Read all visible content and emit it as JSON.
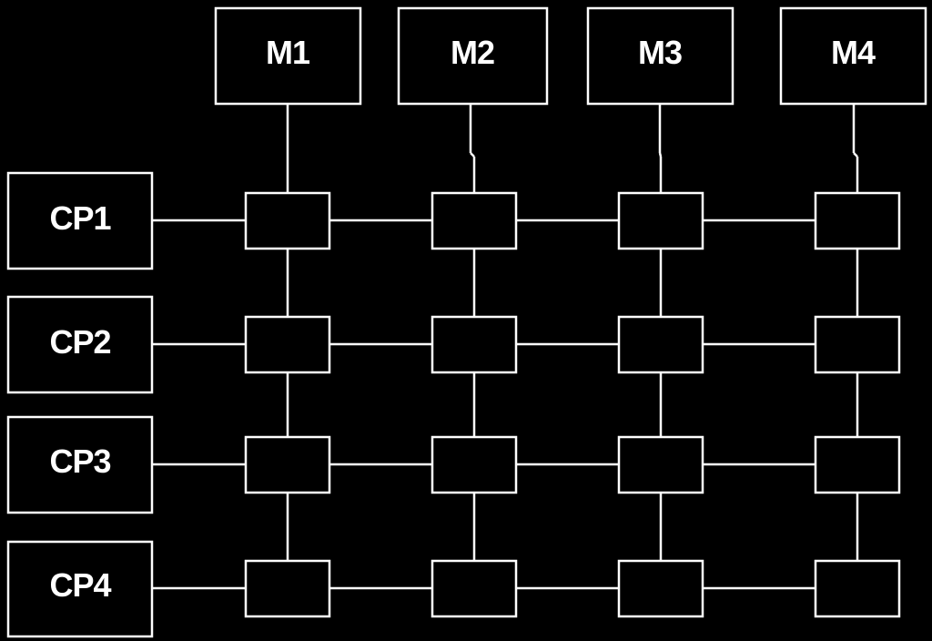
{
  "diagram": {
    "memories": [
      "M1",
      "M2",
      "M3",
      "M4"
    ],
    "processors": [
      "CP1",
      "CP2",
      "CP3",
      "CP4"
    ],
    "colors": {
      "background": "#000000",
      "stroke": "#ffffff",
      "text": "#ffffff"
    }
  }
}
